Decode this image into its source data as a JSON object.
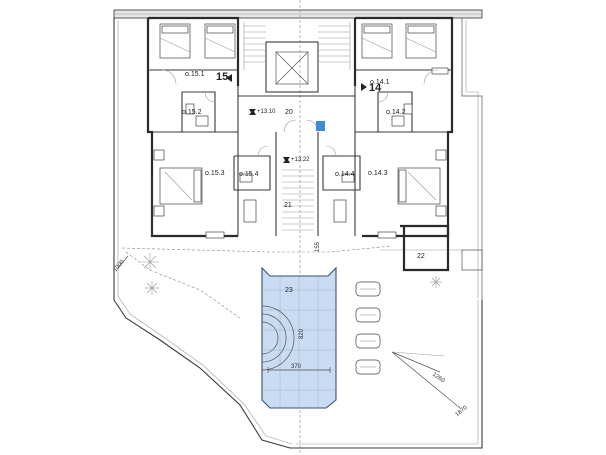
{
  "rooms": {
    "r15_1": "o.15.1",
    "r15_2": "o.15.2",
    "r15_3": "o.15.3",
    "r15_4": "o.15.4",
    "r14_1": "o.14.1",
    "r14_2": "o.14.2",
    "r14_3": "o.14.3",
    "r14_4": "o.14.4",
    "apt15": "15",
    "apt14": "14",
    "r20": "20",
    "r21": "21",
    "r22": "22",
    "r23": "23"
  },
  "levels": {
    "upper": "+13.10",
    "lower": "+13.22"
  },
  "dimensions": {
    "pool_width": "370",
    "pool_length": "820",
    "stair_height": "155",
    "left_edge": "1000",
    "right_edge_1": "1260",
    "right_edge_2": "1870"
  },
  "colors": {
    "pool_fill": "#c9dcf2",
    "marker": "#3d8ad6"
  }
}
